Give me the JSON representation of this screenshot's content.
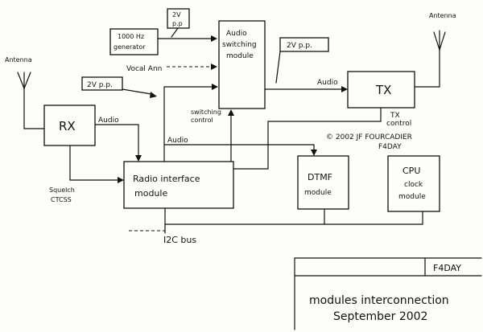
{
  "antenna_left_label": "Antenna",
  "antenna_right_label": "Antenna",
  "generator": {
    "line1": "1000 Hz",
    "line2": "generator"
  },
  "level_gen": {
    "line1": "2V",
    "line2": "p.p"
  },
  "level_tx": "2V p.p.",
  "level_left": "2V p.p.",
  "vocal_ann": "Vocal Ann",
  "audio_switch": {
    "line1": "Audio",
    "line2": "switching",
    "line3": "module"
  },
  "tx_label": "TX",
  "rx_label": "RX",
  "audio_rx": "Audio",
  "audio_tx": "Audio",
  "audio_mid": "Audio",
  "switching_control": {
    "line1": "switching",
    "line2": "control"
  },
  "tx_control": {
    "line1": "TX",
    "line2": "control"
  },
  "copyright": {
    "line1": "© 2002 JF FOURCADIER",
    "line2": "F4DAY"
  },
  "radio_interface": {
    "line1": "Radio interface",
    "line2": "module"
  },
  "dtmf": {
    "line1": "DTMF",
    "line2": "module"
  },
  "cpu": {
    "line1": "CPU",
    "line2": "clock",
    "line3": "module"
  },
  "squelch": {
    "line1": "Squelch",
    "line2": "CTCSS"
  },
  "i2c_bus": "I2C bus",
  "title_block": {
    "callsign": "F4DAY",
    "line1": "modules interconnection",
    "line2": "September 2002"
  }
}
